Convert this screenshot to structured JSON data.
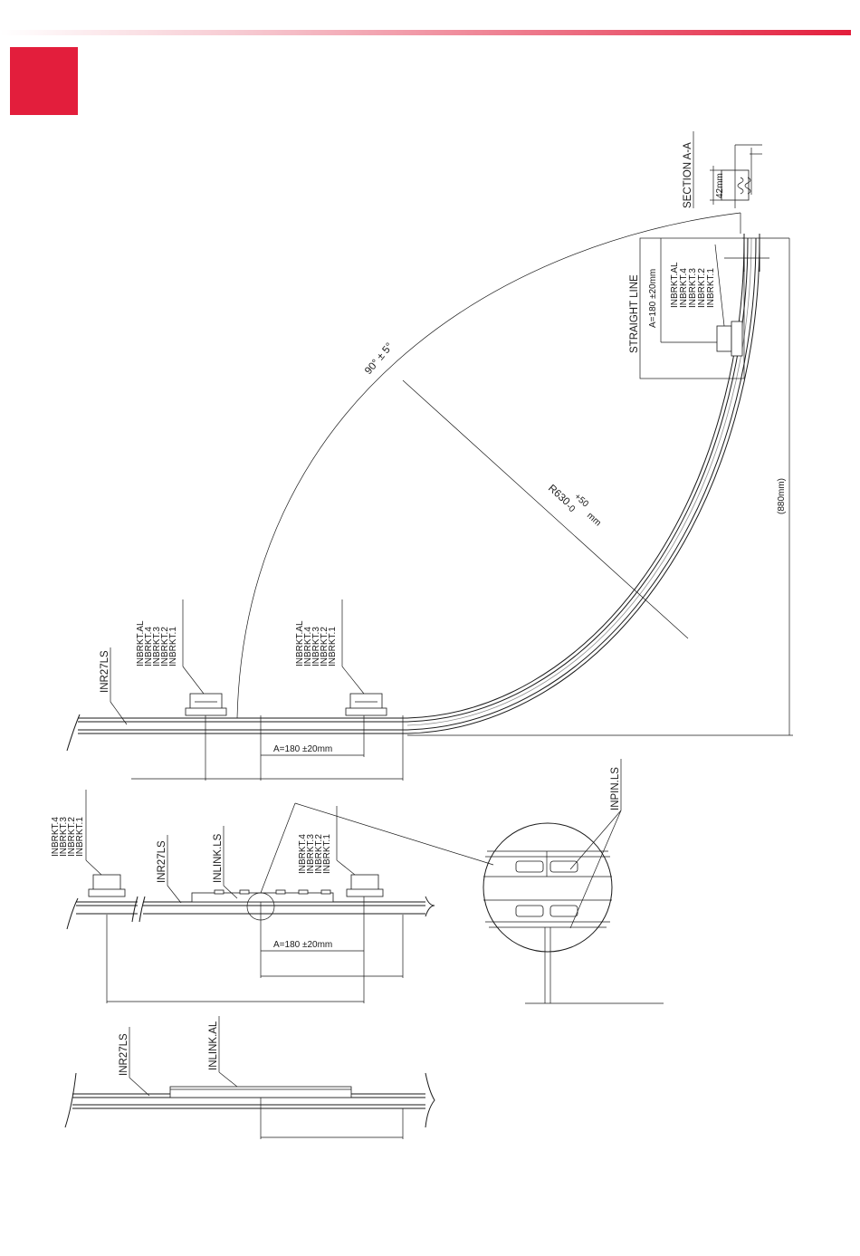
{
  "colors": {
    "accent": "#e31e3c",
    "accent_fade": "#f6c7cf",
    "line": "#1a1a1a"
  },
  "labels": {
    "section_aa": "SECTION A-A",
    "dim_42mm": "42mm",
    "straight_line": "STRAIGHT LINE",
    "a_180_rot": "A=180 ±20mm",
    "a_180": "A=180 ±20mm",
    "angle": "90° ± 5°",
    "radius": "R630",
    "radius_plus": "+50",
    "radius_minus": "-0",
    "radius_unit": "mm",
    "dim_880": "(880mm)",
    "inr27ls": "INR27LS",
    "inlink_ls": "INLINK.LS",
    "inlink_al": "INLINK.AL",
    "inpin_ls": "INPIN.LS",
    "inbrkt_al": "INBRKT.AL",
    "inbrkt_4": "INBRKT.4",
    "inbrkt_3": "INBRKT.3",
    "inbrkt_2": "INBRKT.2",
    "inbrkt_1": "INBRKT.1"
  }
}
